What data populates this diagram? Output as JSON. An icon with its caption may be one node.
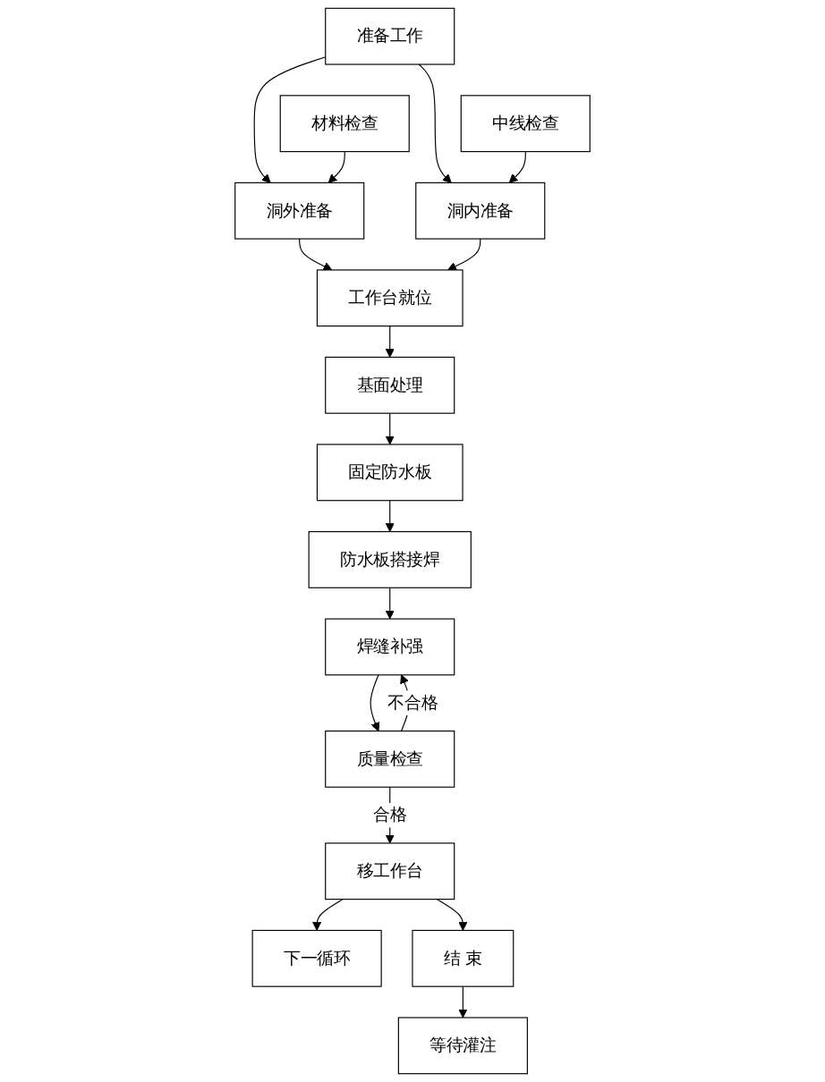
{
  "diagram": {
    "nodes": [
      {
        "text": [
          "准备工作"
        ]
      },
      {
        "text": [
          "材料检查"
        ]
      },
      {
        "text": [
          "洞外准备"
        ]
      },
      {
        "text": [
          "洞内准备"
        ]
      },
      {
        "text": [
          "中线检查"
        ]
      },
      {
        "text": [
          "工作台就位"
        ]
      },
      {
        "text": [
          "基面处理"
        ]
      },
      {
        "text": [
          "固定防水板"
        ]
      },
      {
        "text": [
          "防水板搭接焊"
        ]
      },
      {
        "text": [
          "焊缝补强"
        ]
      },
      {
        "text": [
          "质量检查"
        ]
      },
      {
        "text": [
          "移工作台"
        ]
      },
      {
        "text": [
          "下一循环"
        ]
      },
      {
        "text": [
          "结 束"
        ]
      },
      {
        "text": [
          "等待灌注"
        ]
      }
    ],
    "edges": [
      {
        "from": 0,
        "to": 2,
        "arrow": "to"
      },
      {
        "from": 0,
        "to": 3,
        "arrow": "to"
      },
      {
        "from": 1,
        "to": 2,
        "arrow": "to"
      },
      {
        "from": 4,
        "to": 3,
        "arrow": "to"
      },
      {
        "from": 2,
        "to": 5,
        "arrow": "to"
      },
      {
        "from": 3,
        "to": 5,
        "arrow": "to"
      },
      {
        "from": 5,
        "to": 6,
        "arrow": "to"
      },
      {
        "from": 6,
        "to": 7,
        "arrow": "to"
      },
      {
        "from": 7,
        "to": 8,
        "arrow": "to"
      },
      {
        "from": 8,
        "to": 9,
        "arrow": "to"
      },
      {
        "from": 9,
        "to": 10,
        "arrow": "to"
      },
      {
        "from": 10,
        "to": 11,
        "label": "合格",
        "arrow": "to"
      },
      {
        "from": 10,
        "to": 9,
        "label": "不合格",
        "arrow": "to"
      },
      {
        "from": 11,
        "to": 12,
        "arrow": "to"
      },
      {
        "from": 11,
        "to": 13,
        "arrow": "to"
      },
      {
        "from": 13,
        "to": 14,
        "arrow": "to"
      }
    ]
  }
}
